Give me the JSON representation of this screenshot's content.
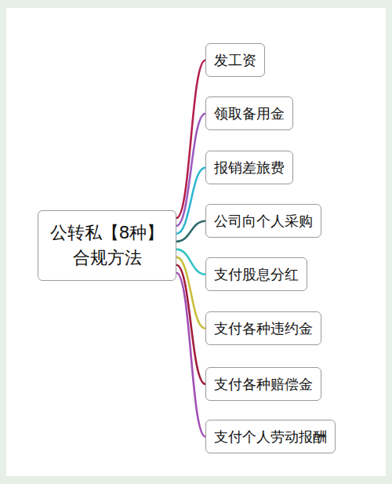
{
  "diagram": {
    "nodes": [
      {
        "text": [
          "公转私【8种】 合规方法"
        ]
      },
      {
        "text": [
          "发工资"
        ]
      },
      {
        "text": [
          "领取备用金"
        ]
      },
      {
        "text": [
          "报销差旅费"
        ]
      },
      {
        "text": [
          "公司向个人采购"
        ]
      },
      {
        "text": [
          "支付股息分红"
        ]
      },
      {
        "text": [
          "支付各种违约金"
        ]
      },
      {
        "text": [
          "支付各种赔偿金"
        ]
      },
      {
        "text": [
          "支付个人劳动报酬"
        ]
      }
    ],
    "edges": [
      {
        "from": 0,
        "to": 1,
        "arrow": "none"
      },
      {
        "from": 0,
        "to": 2,
        "arrow": "none"
      },
      {
        "from": 0,
        "to": 3,
        "arrow": "none"
      },
      {
        "from": 0,
        "to": 4,
        "arrow": "none"
      },
      {
        "from": 0,
        "to": 5,
        "arrow": "none"
      },
      {
        "from": 0,
        "to": 6,
        "arrow": "none"
      },
      {
        "from": 0,
        "to": 7,
        "arrow": "none"
      },
      {
        "from": 0,
        "to": 8,
        "arrow": "none"
      }
    ]
  }
}
